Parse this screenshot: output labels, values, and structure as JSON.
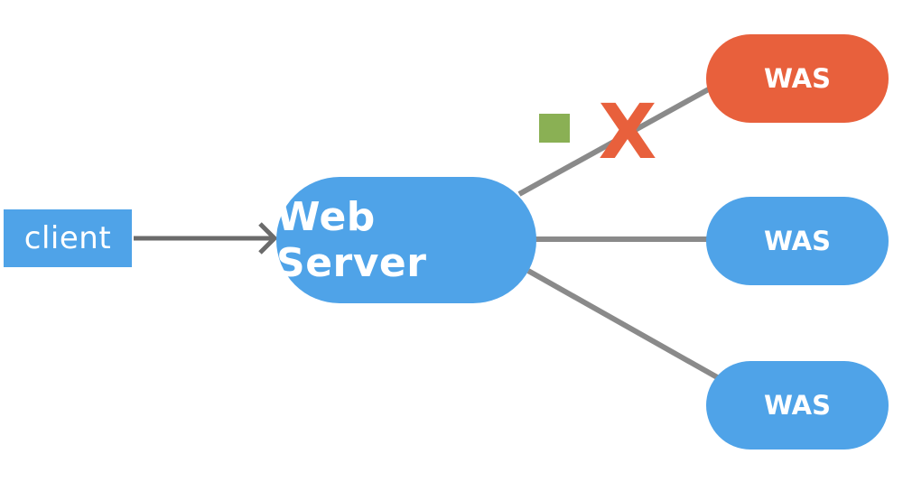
{
  "nodes": {
    "client": {
      "label": "client",
      "color": "#4fa3e8"
    },
    "web_server": {
      "label": "Web Server",
      "color": "#4fa3e8"
    },
    "was": [
      {
        "label": "WAS",
        "color": "#e8603c",
        "status": "failed"
      },
      {
        "label": "WAS",
        "color": "#4fa3e8",
        "status": "ok"
      },
      {
        "label": "WAS",
        "color": "#4fa3e8",
        "status": "ok"
      }
    ]
  },
  "connectors": {
    "line_color": "#8a8a8a",
    "arrow_color": "#6b6b6b"
  },
  "markers": {
    "failure_symbol": "X",
    "failure_color": "#e8603c",
    "indicator_color": "#8ab054"
  }
}
